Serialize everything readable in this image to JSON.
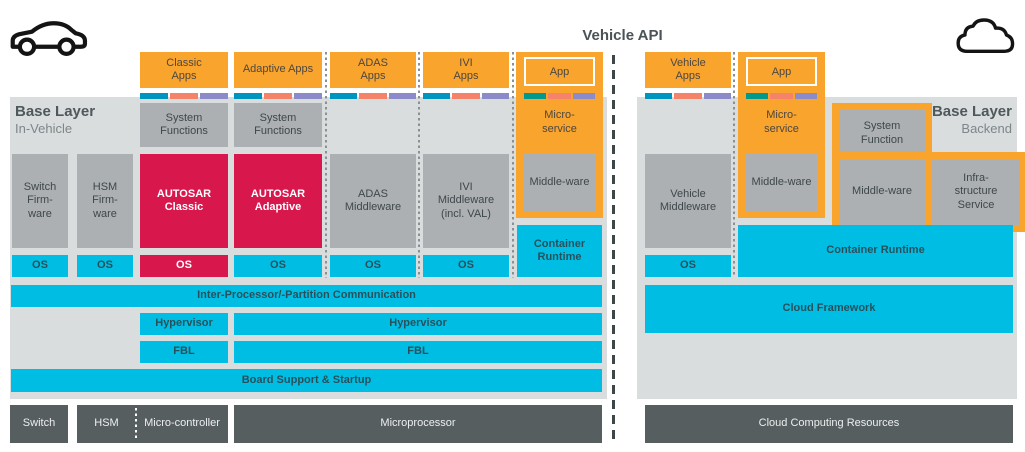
{
  "title": "Vehicle API",
  "colors": {
    "orange": "#F9A42C",
    "cyan": "#00BEE3",
    "red": "#D8174D",
    "box_gray": "#ACB0B2",
    "panel_gray": "#DADDDE",
    "hardware_dark": "#575E5F",
    "bar_blue": "#0095BE",
    "bar_teal": "#00998C",
    "bar_salmon": "#F5836A",
    "bar_purple": "#8B8BC9"
  },
  "icons": {
    "left": "car-icon",
    "right": "cloud-icon"
  },
  "in_vehicle": {
    "panel_title": "Base Layer",
    "panel_subtitle": "In-Vehicle",
    "apps": {
      "classic": "Classic\nApps",
      "adaptive": "Adaptive Apps",
      "adas": "ADAS\nApps",
      "ivi": "IVI\nApps",
      "app": "App"
    },
    "system_functions_classic": "System\nFunctions",
    "system_functions_adaptive": "System\nFunctions",
    "switch_firmware": "Switch\nFirm-\nware",
    "hsm_firmware": "HSM\nFirm-\nware",
    "autosar_classic": "AUTOSAR\nClassic",
    "autosar_adaptive": "AUTOSAR\nAdaptive",
    "adas_middleware": "ADAS\nMiddleware",
    "ivi_middleware": "IVI\nMiddleware\n(incl. VAL)",
    "microservice": "Micro-\nservice",
    "middleware": "Middle-ware",
    "container_runtime": "Container\nRuntime",
    "os": [
      "OS",
      "OS",
      "OS",
      "OS",
      "OS",
      "OS"
    ],
    "ipc": "Inter-Processor/-Partition Communication",
    "hypervisor_mcu": "Hypervisor",
    "hypervisor_mpu": "Hypervisor",
    "fbl_mcu": "FBL",
    "fbl_mpu": "FBL",
    "board_support": "Board Support & Startup",
    "hardware": {
      "switch": "Switch",
      "hsm": "HSM",
      "microcontroller": "Micro-controller",
      "microprocessor": "Microprocessor"
    }
  },
  "backend": {
    "panel_title": "Base Layer",
    "panel_subtitle": "Backend",
    "vehicle_apps": "Vehicle\nApps",
    "app": "App",
    "microservice": "Micro-\nservice",
    "middleware_app": "Middle-ware",
    "vehicle_middleware": "Vehicle\nMiddleware",
    "system_function": "System\nFunction",
    "middleware_system": "Middle-ware",
    "infrastructure_service": "Infra-\nstructure\nService",
    "os": "OS",
    "container_runtime": "Container Runtime",
    "cloud_framework": "Cloud Framework",
    "cloud_computing_resources": "Cloud Computing Resources"
  }
}
